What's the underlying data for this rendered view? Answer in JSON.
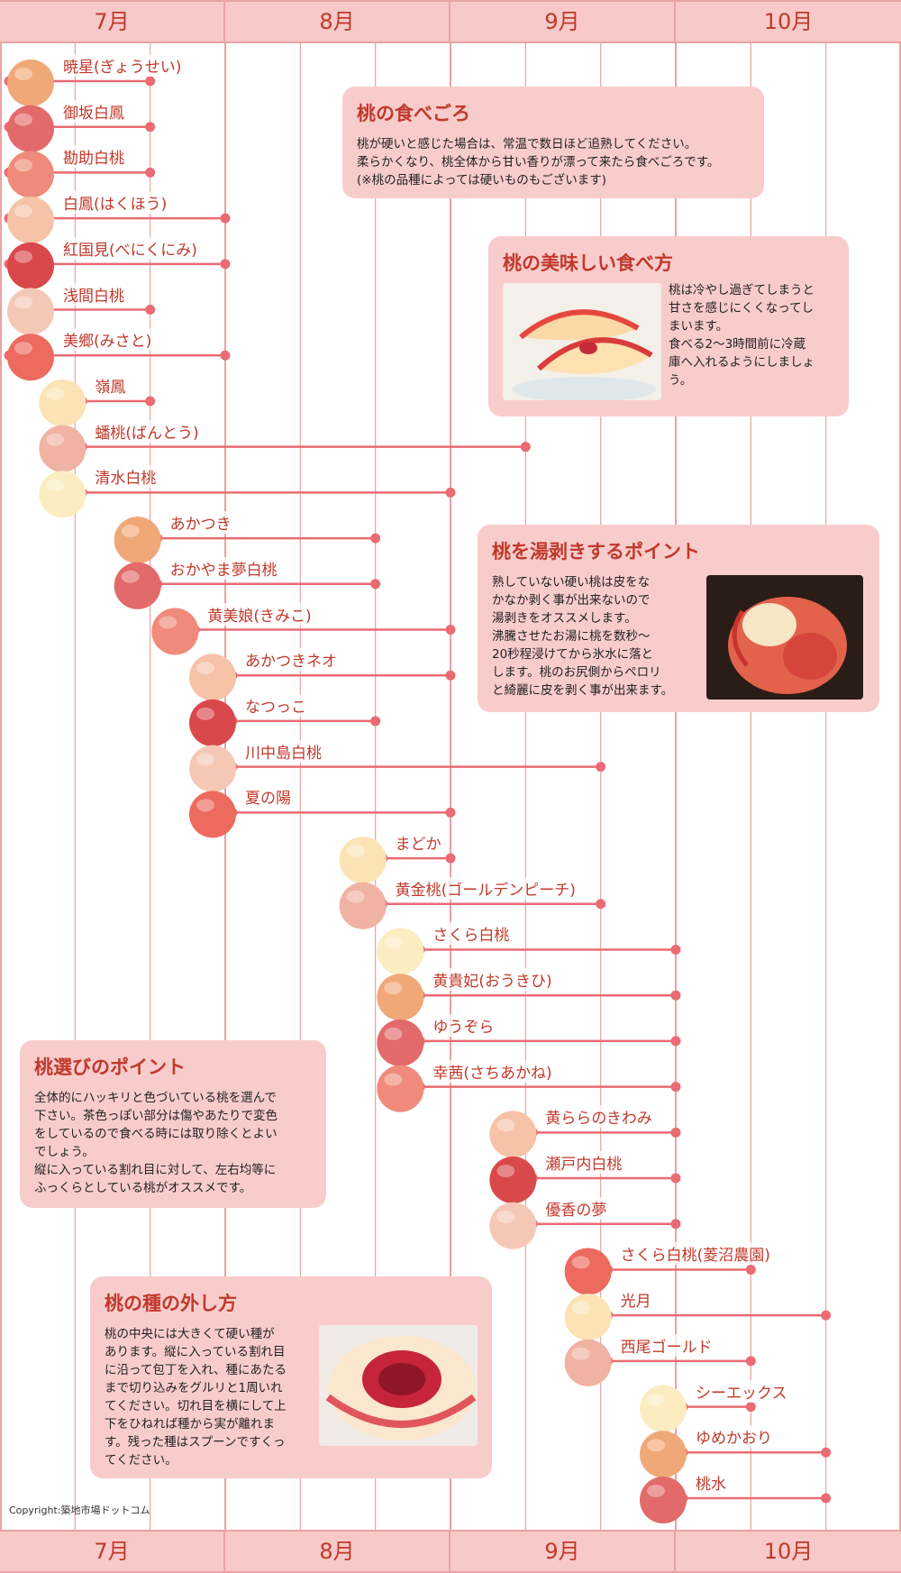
{
  "months": [
    "7月",
    "8月",
    "9月",
    "10月"
  ],
  "colors": {
    "line": "#ea6b73",
    "dot": "#ea6b73",
    "label": "#c0392b",
    "grid": "#e9a3a3",
    "box": "#f9cccc"
  },
  "chart_data": {
    "type": "gantt",
    "title": "",
    "x_axis": {
      "unit": "month-third (上旬/中旬/下旬)",
      "range": [
        0,
        12
      ],
      "ticks": [
        "7月",
        "8月",
        "9月",
        "10月"
      ]
    },
    "series": [
      {
        "name": "暁星(ぎょうせい)",
        "start": 0,
        "end": 2
      },
      {
        "name": "御坂白鳳",
        "start": 0,
        "end": 2
      },
      {
        "name": "勘助白桃",
        "start": 0,
        "end": 2
      },
      {
        "name": "白鳳(はくほう)",
        "start": 0,
        "end": 3
      },
      {
        "name": "紅国見(べにくにみ)",
        "start": 0,
        "end": 3
      },
      {
        "name": "浅間白桃",
        "start": 0.5,
        "end": 2
      },
      {
        "name": "美郷(みさと)",
        "start": 0,
        "end": 3
      },
      {
        "name": "嶺鳳",
        "start": 1,
        "end": 2
      },
      {
        "name": "蟠桃(ばんとう)",
        "start": 1,
        "end": 7
      },
      {
        "name": "清水白桃",
        "start": 1,
        "end": 6
      },
      {
        "name": "あかつき",
        "start": 2,
        "end": 5
      },
      {
        "name": "おかやま夢白桃",
        "start": 2,
        "end": 5
      },
      {
        "name": "黄美娘(きみこ)",
        "start": 2.5,
        "end": 6
      },
      {
        "name": "あかつきネオ",
        "start": 3,
        "end": 6
      },
      {
        "name": "なつっこ",
        "start": 3,
        "end": 5
      },
      {
        "name": "川中島白桃",
        "start": 3,
        "end": 8
      },
      {
        "name": "夏の陽",
        "start": 3,
        "end": 6
      },
      {
        "name": "まどか",
        "start": 5,
        "end": 6
      },
      {
        "name": "黄金桃(ゴールデンピーチ)",
        "start": 5,
        "end": 8
      },
      {
        "name": "さくら白桃",
        "start": 5.5,
        "end": 9
      },
      {
        "name": "黄貴妃(おうきひ)",
        "start": 5.5,
        "end": 9
      },
      {
        "name": "ゆうぞら",
        "start": 5.5,
        "end": 9
      },
      {
        "name": "幸茜(さちあかね)",
        "start": 5.5,
        "end": 9
      },
      {
        "name": "黄ららのきわみ",
        "start": 7,
        "end": 9
      },
      {
        "name": "瀬戸内白桃",
        "start": 7,
        "end": 9
      },
      {
        "name": "優香の夢",
        "start": 7,
        "end": 9
      },
      {
        "name": "さくら白桃(菱沼農園)",
        "start": 8,
        "end": 10
      },
      {
        "name": "光月",
        "start": 8,
        "end": 11
      },
      {
        "name": "西尾ゴールド",
        "start": 8,
        "end": 10
      },
      {
        "name": "シーエックス",
        "start": 9,
        "end": 10
      },
      {
        "name": "ゆめかおり",
        "start": 9,
        "end": 11
      },
      {
        "name": "桃水",
        "start": 9,
        "end": 11
      }
    ]
  },
  "boxes": {
    "eat_time": {
      "title": "桃の食べごろ",
      "lines": [
        "桃が硬いと感じた場合は、常温で数日ほど追熟してください。",
        "柔らかくなり、桃全体から甘い香りが漂って来たら食べごろです。",
        "(※桃の品種によっては硬いものもございます)"
      ]
    },
    "delicious": {
      "title": "桃の美味しい食べ方",
      "lines": [
        "桃は冷やし過ぎてしまうと",
        "甘さを感じにくくなってし",
        "まいます。",
        "食べる2～3時間前に冷蔵",
        "庫へ入れるようにしましょ",
        "う。"
      ]
    },
    "peel": {
      "title": "桃を湯剥きするポイント",
      "lines": [
        "熟していない硬い桃は皮をな",
        "かなか剥く事が出来ないので",
        "湯剥きをオススメします。",
        "沸騰させたお湯に桃を数秒～",
        "20秒程浸けてから氷水に落と",
        "します。桃のお尻側からペロリ",
        "と綺麗に皮を剥く事が出来ます。"
      ]
    },
    "select": {
      "title": "桃選びのポイント",
      "lines": [
        "全体的にハッキリと色づいている桃を選んで",
        "下さい。茶色っぽい部分は傷やあたりで変色",
        "をしているので食べる時には取り除くとよい",
        "でしょう。",
        "縦に入っている割れ目に対して、左右均等に",
        "ふっくらとしている桃がオススメです。"
      ]
    },
    "seed": {
      "title": "桃の種の外し方",
      "lines": [
        "桃の中央には大きくて硬い種が",
        "あります。縦に入っている割れ目",
        "に沿って包丁を入れ、種にあたる",
        "まで切り込みをグルリと1周いれ",
        "てください。切れ目を横にして上",
        "下をひねれば種から実が離れま",
        "す。残った種はスプーンですくっ",
        "てください。"
      ]
    }
  },
  "copyright": "Copyright:築地市場ドットコム"
}
